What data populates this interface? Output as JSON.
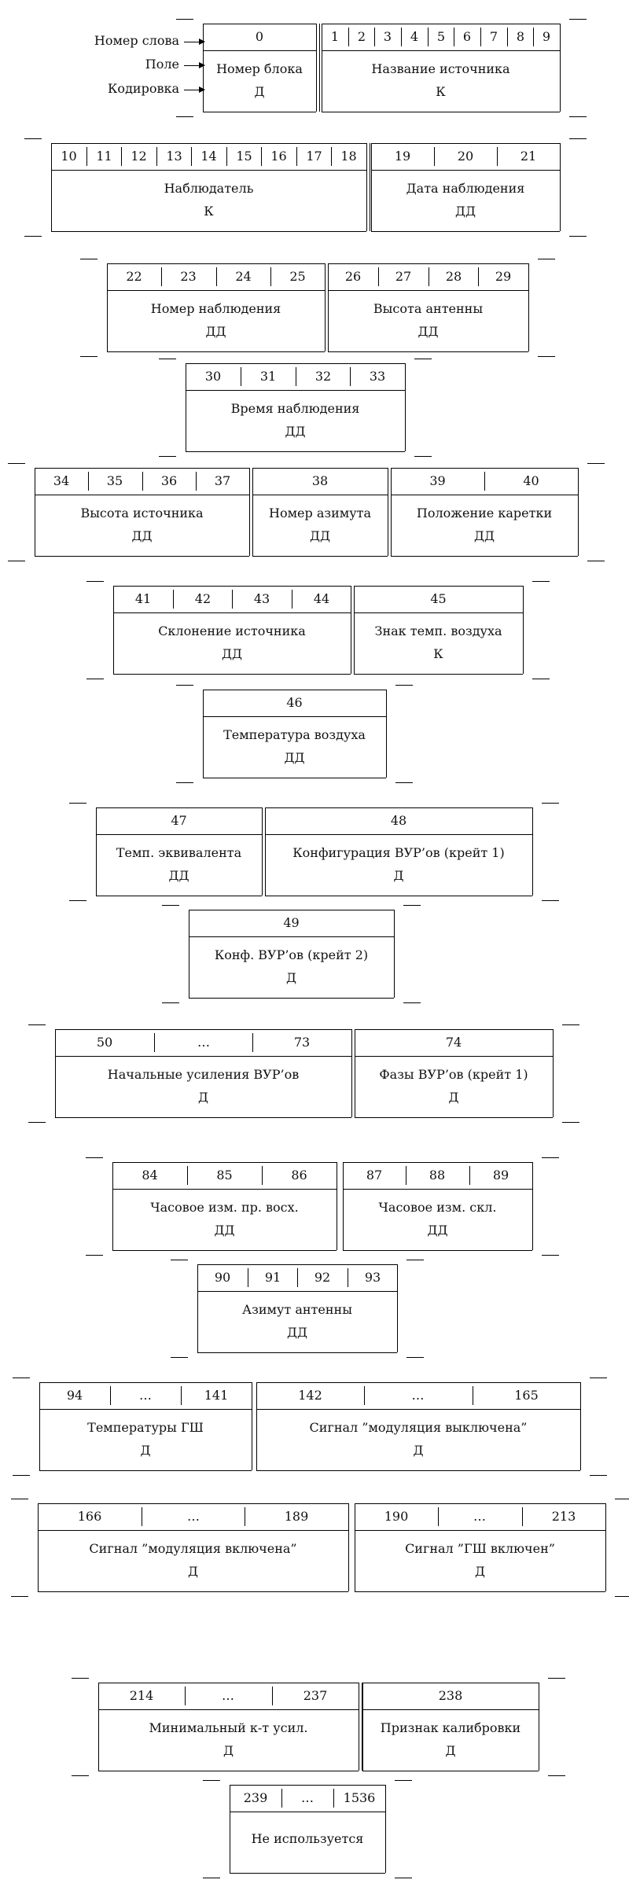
{
  "legend": {
    "word": "Номер слова",
    "field": "Поле",
    "encoding": "Кодировка"
  },
  "ellipsis": "···",
  "rows": [
    {
      "id": "r1",
      "cells": [
        {
          "words": [
            "0"
          ],
          "name": "Номер блока",
          "code": "Д",
          "dbl": true
        },
        {
          "words": [
            "1",
            "2",
            "3",
            "4",
            "5",
            "6",
            "7",
            "8",
            "9"
          ],
          "name": "Название источника",
          "code": "К"
        }
      ]
    },
    {
      "id": "r2",
      "cells": [
        {
          "words": [
            "10",
            "11",
            "12",
            "13",
            "14",
            "15",
            "16",
            "17",
            "18"
          ],
          "name": "Наблюдатель",
          "code": "К",
          "dbl": true
        },
        {
          "words": [
            "19",
            "20",
            "21"
          ],
          "name": "Дата наблюдения",
          "code": "ДД"
        }
      ]
    },
    {
      "id": "r3",
      "cells": [
        {
          "words": [
            "22",
            "23",
            "24",
            "25"
          ],
          "name": "Номер наблюдения",
          "code": "ДД"
        },
        {
          "words": [
            "26",
            "27",
            "28",
            "29"
          ],
          "name": "Высота антенны",
          "code": "ДД"
        }
      ]
    },
    {
      "id": "r4",
      "cells": [
        {
          "words": [
            "30",
            "31",
            "32",
            "33"
          ],
          "name": "Время наблюдения",
          "code": "ДД"
        }
      ]
    },
    {
      "id": "r5",
      "cells": [
        {
          "words": [
            "34",
            "35",
            "36",
            "37"
          ],
          "name": "Высота источника",
          "code": "ДД"
        },
        {
          "words": [
            "38"
          ],
          "name": "Номер азимута",
          "code": "ДД"
        },
        {
          "words": [
            "39",
            "40"
          ],
          "name": "Положение каретки",
          "code": "ДД"
        }
      ]
    },
    {
      "id": "r6",
      "cells": [
        {
          "words": [
            "41",
            "42",
            "43",
            "44"
          ],
          "name": "Склонение источника",
          "code": "ДД"
        },
        {
          "words": [
            "45"
          ],
          "name": "Знак темп. воздуха",
          "code": "К"
        }
      ]
    },
    {
      "id": "r7",
      "cells": [
        {
          "words": [
            "46"
          ],
          "name": "Температура воздуха",
          "code": "ДД"
        }
      ]
    },
    {
      "id": "r8",
      "cells": [
        {
          "words": [
            "47"
          ],
          "name": "Темп. эквивалента",
          "code": "ДД",
          "dbl": true
        },
        {
          "words": [
            "48"
          ],
          "name": "Конфигурация ВУР’ов (крейт 1)",
          "code": "Д"
        }
      ]
    },
    {
      "id": "r9",
      "cells": [
        {
          "words": [
            "49"
          ],
          "name": "Конф. ВУР’ов (крейт 2)",
          "code": "Д"
        }
      ]
    },
    {
      "id": "r10",
      "cells": [
        {
          "words": [
            "50",
            "…",
            "73"
          ],
          "name": "Начальные усиления ВУР’ов",
          "code": "Д"
        },
        {
          "words": [
            "74"
          ],
          "name": "Фазы ВУР’ов (крейт 1)",
          "code": "Д"
        }
      ]
    },
    {
      "id": "r11",
      "cells": [
        {
          "words": [
            "84",
            "85",
            "86"
          ],
          "name": "Часовое изм. пр. восх.",
          "code": "ДД"
        },
        {
          "words": [
            "87",
            "88",
            "89"
          ],
          "name": "Часовое изм. скл.",
          "code": "ДД"
        }
      ]
    },
    {
      "id": "r12",
      "cells": [
        {
          "words": [
            "90",
            "91",
            "92",
            "93"
          ],
          "name": "Азимут антенны",
          "code": "ДД"
        }
      ]
    },
    {
      "id": "r13",
      "cells": [
        {
          "words": [
            "94",
            "…",
            "141"
          ],
          "name": "Температуры ГШ",
          "code": "Д"
        },
        {
          "words": [
            "142",
            "…",
            "165"
          ],
          "name": "Сигнал ”модуляция выключена”",
          "code": "Д"
        }
      ]
    },
    {
      "id": "r14",
      "cells": [
        {
          "words": [
            "166",
            "…",
            "189"
          ],
          "name": "Сигнал ”модуляция включена”",
          "code": "Д"
        },
        {
          "words": [
            "190",
            "…",
            "213"
          ],
          "name": "Сигнал ”ГШ включен”",
          "code": "Д"
        }
      ]
    },
    {
      "id": "r15",
      "cells": [
        {
          "words": [
            "214",
            "…",
            "237"
          ],
          "name": "Минимальный к-т усил.",
          "code": "Д",
          "dbl": true
        },
        {
          "words": [
            "238"
          ],
          "name": "Признак калибровки",
          "code": "Д"
        }
      ]
    },
    {
      "id": "r16",
      "cells": [
        {
          "words": [
            "239",
            "…",
            "1536"
          ],
          "name": "Не используется",
          "code": ""
        }
      ]
    }
  ]
}
